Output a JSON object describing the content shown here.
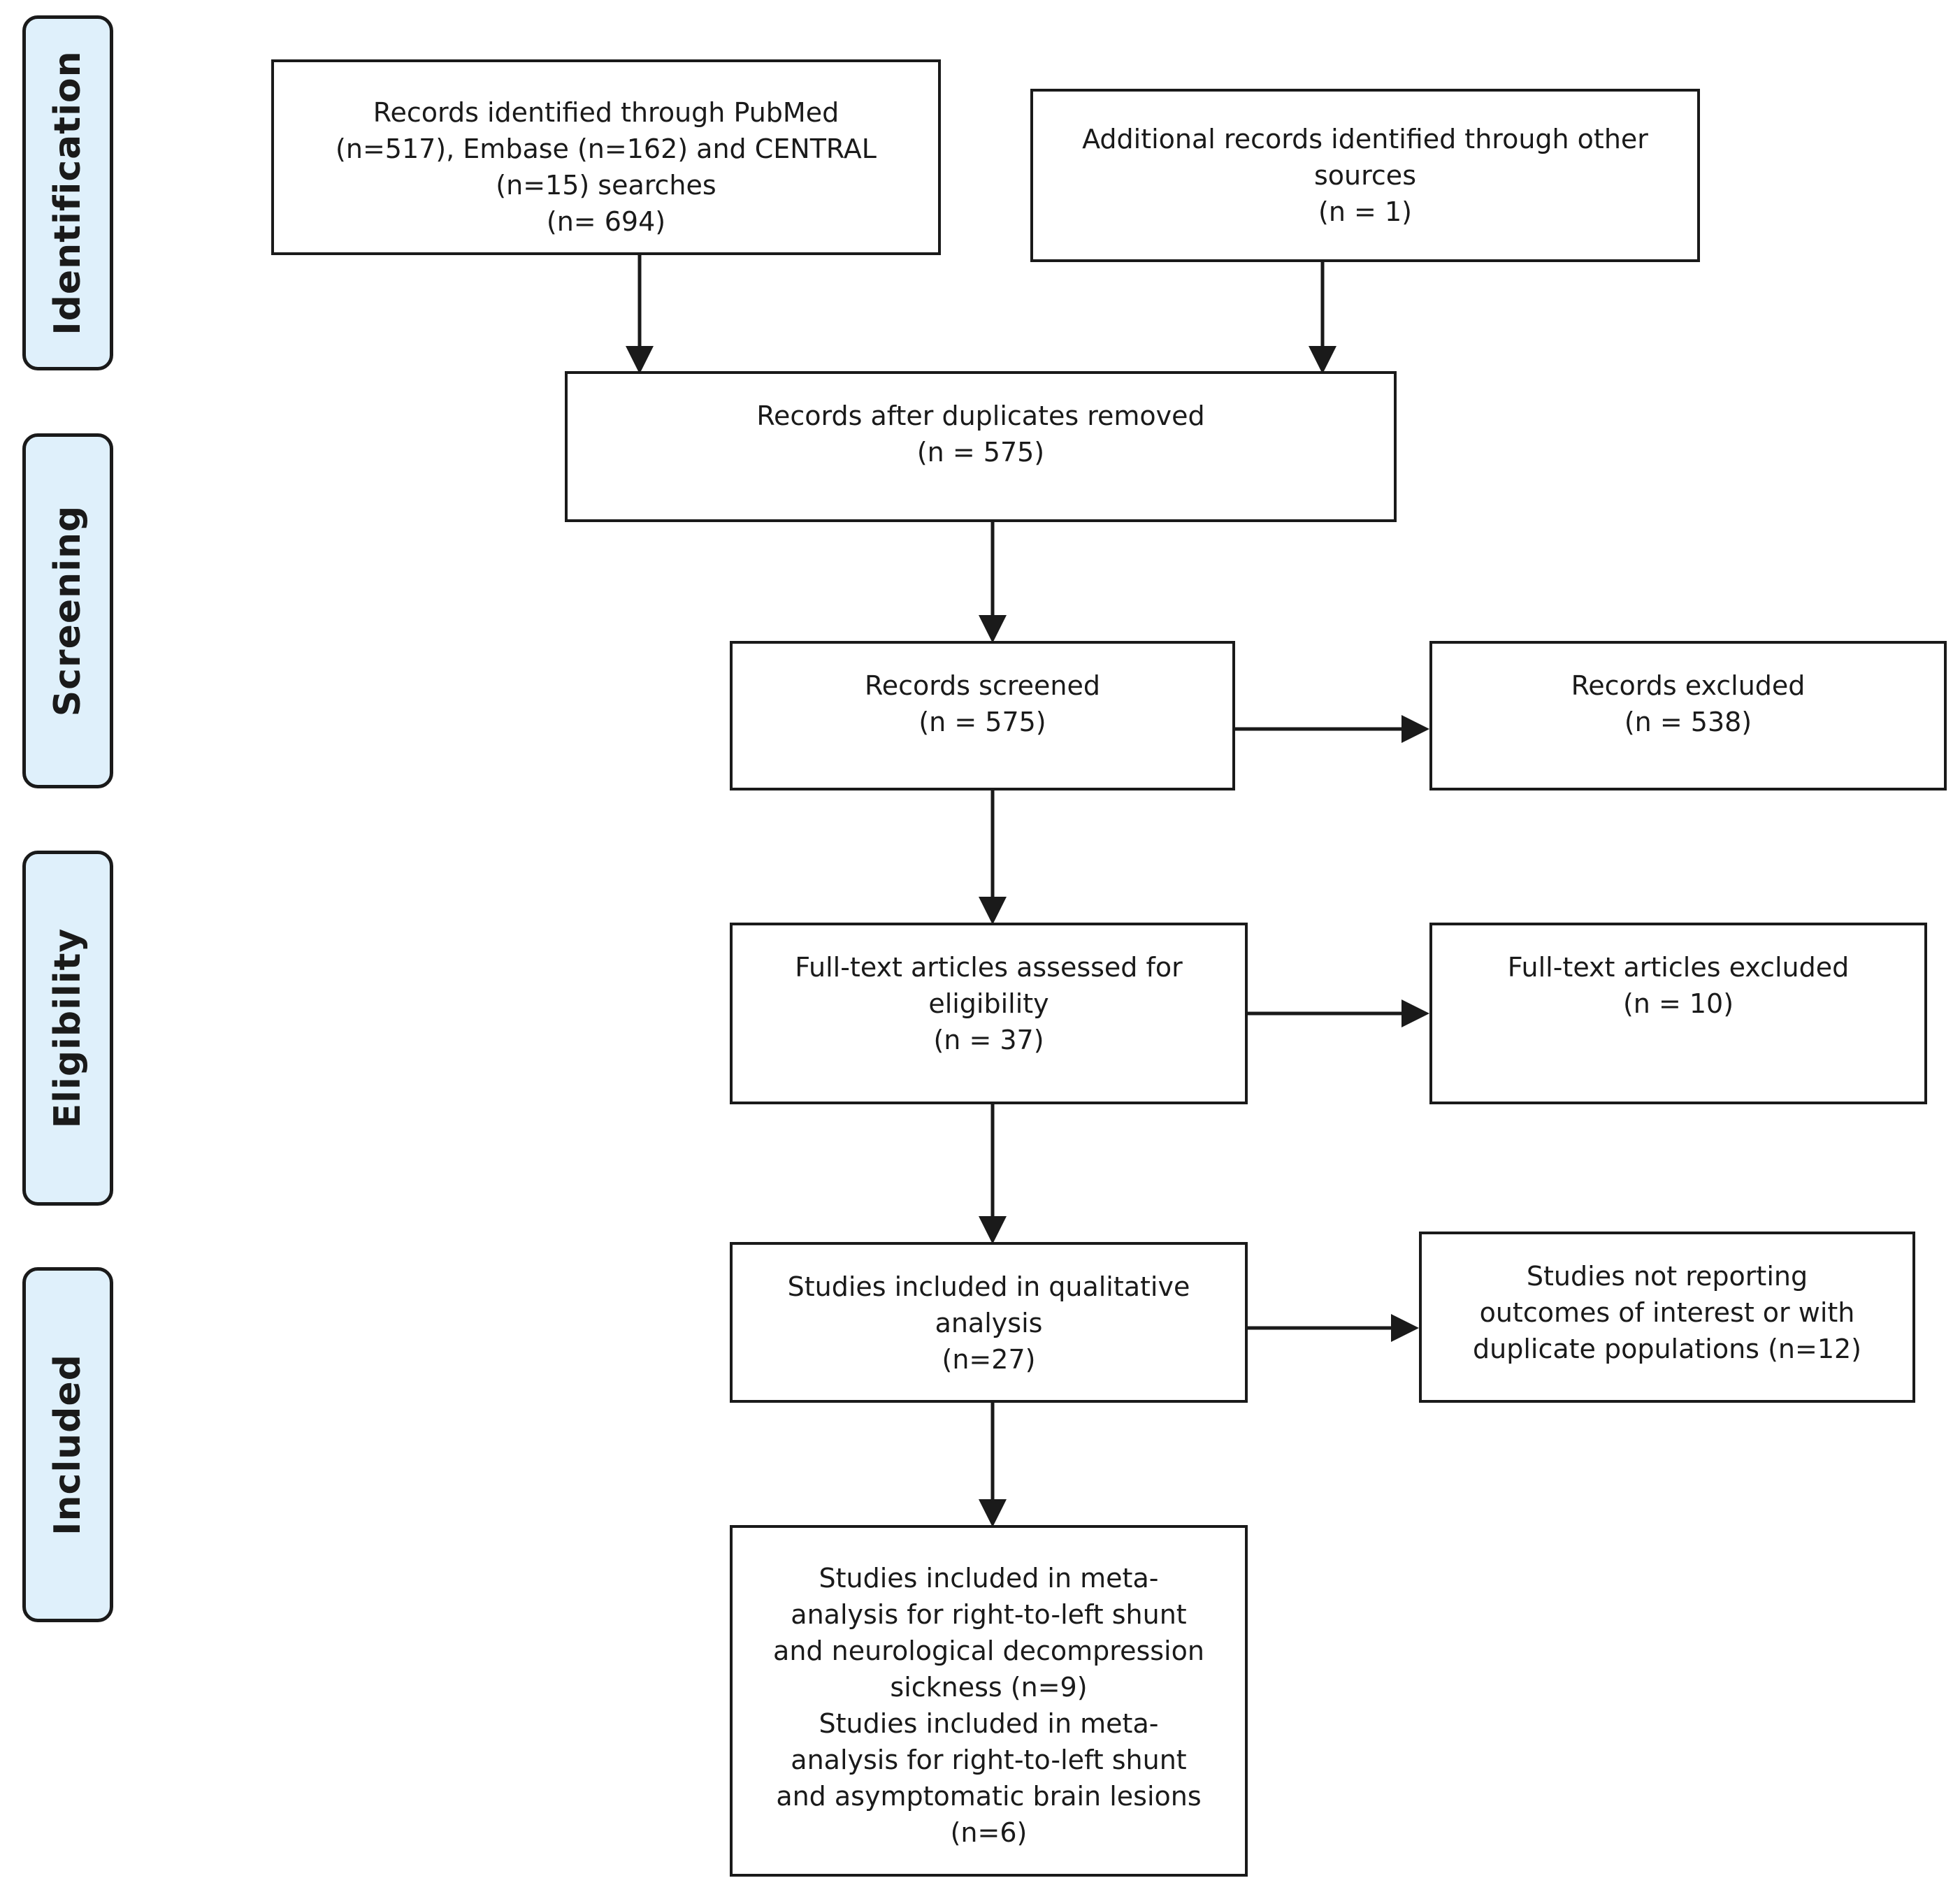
{
  "phases": {
    "identification": "Identification",
    "screening": "Screening",
    "eligibility": "Eligibility",
    "included": "Included"
  },
  "boxes": {
    "database_search": [
      "Records identified through PubMed",
      "(n=517), Embase (n=162) and CENTRAL",
      "(n=15) searches",
      "(n= 694)"
    ],
    "other_sources": [
      "Additional records identified through other",
      "sources",
      "(n = 1)"
    ],
    "duplicates_removed": [
      "Records after duplicates removed",
      "(n = 575)"
    ],
    "screened": [
      "Records screened",
      "(n = 575)"
    ],
    "excluded": [
      "Records excluded",
      "(n = 538)"
    ],
    "fulltext_assessed": [
      "Full-text articles assessed for",
      "eligibility",
      "(n = 37)"
    ],
    "fulltext_excluded": [
      "Full-text articles excluded",
      "(n = 10)"
    ],
    "qualitative": [
      "Studies included in qualitative",
      "analysis",
      "(n=27)"
    ],
    "not_reporting": [
      "Studies not reporting",
      "outcomes of interest or with",
      "duplicate populations (n=12)"
    ],
    "meta_analysis": [
      "Studies included in meta-",
      "analysis for right-to-left shunt",
      "and neurological decompression",
      "sickness (n=9)",
      "Studies included in meta-",
      "analysis for right-to-left shunt",
      "and asymptomatic brain lesions",
      "(n=6)"
    ]
  }
}
